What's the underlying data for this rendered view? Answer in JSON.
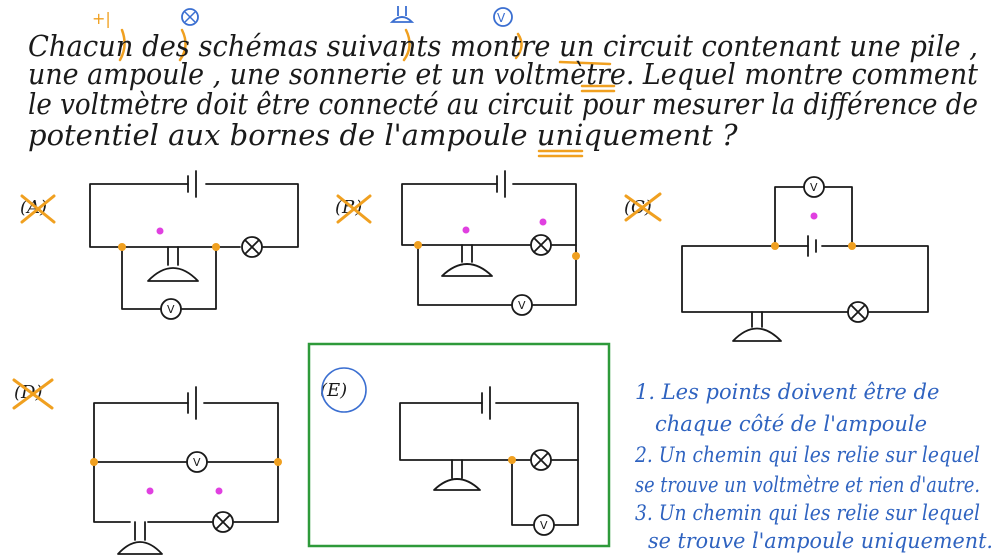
{
  "question": {
    "lines": [
      "Chacun des schémas suivants montre un circuit contenant une pile ,",
      "une ampoule , une sonnerie et un voltmètre. Lequel montre comment",
      "le voltmètre doit être connecté au circuit pour mesurer la différence de",
      "potentiel aux bornes de l'ampoule uniquement ?"
    ]
  },
  "annotations": {
    "cell_mark": "+|",
    "voltmeter_symbol": "V"
  },
  "options": [
    {
      "label": "(A)",
      "rejected": true
    },
    {
      "label": "(B)",
      "rejected": true
    },
    {
      "label": "(C)",
      "rejected": true
    },
    {
      "label": "(D)",
      "rejected": true
    },
    {
      "label": "(E)",
      "rejected": false,
      "selected": true
    }
  ],
  "notes": [
    "1. Les points doivent être de",
    "chaque côté de l'ampoule",
    "2. Un chemin qui les relie sur lequel",
    "se trouve un voltmètre et rien d'autre.",
    "3. Un chemin qui les relie sur lequel",
    "se trouve l'ampoule uniquement."
  ],
  "colors": {
    "ink": "#1a1a1a",
    "highlight": "#f0a020",
    "marker": "#e040e0",
    "notes": "#2f63c0",
    "answer_box": "#2e9a3a"
  }
}
